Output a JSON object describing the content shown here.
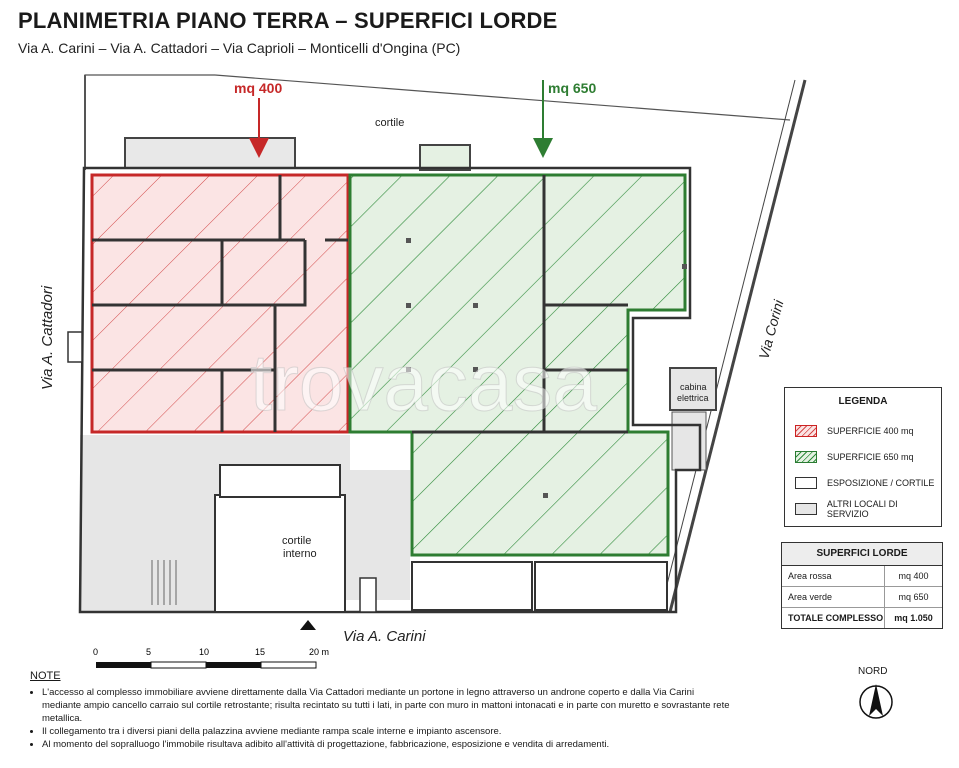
{
  "header": {
    "title": "PLANIMETRIA PIANO TERRA – SUPERFICI LORDE",
    "subtitle": "Via A. Carini – Via A. Cattadori – Via Caprioli – Monticelli d'Ongina (PC)"
  },
  "plan": {
    "callout_red": "mq 400",
    "callout_green": "mq 650",
    "label_cortile": "cortile",
    "label_cortile_interno_1": "cortile",
    "label_cortile_interno_2": "interno",
    "label_cabina_1": "cabina",
    "label_cabina_2": "elettrica",
    "street_cattadori": "Via A. Cattadori",
    "street_carini": "Via A. Carini",
    "street_corini": "Via Corini",
    "watermark": "trovacasa",
    "colors": {
      "red": "#d32f2f",
      "green": "#2e8b3a",
      "grey": "#e6e6e6"
    }
  },
  "scale": {
    "ticks": [
      "0",
      "5",
      "10",
      "15",
      "20 m"
    ]
  },
  "legend": {
    "title": "LEGENDA",
    "items": [
      {
        "label": "SUPERFICIE 400 mq",
        "swatch": "red-hatch"
      },
      {
        "label": "SUPERFICIE 650 mq",
        "swatch": "green-hatch"
      },
      {
        "label": "ESPOSIZIONE / CORTILE",
        "swatch": "white"
      },
      {
        "label": "ALTRI LOCALI DI SERVIZIO",
        "swatch": "grey"
      }
    ]
  },
  "summary": {
    "title": "SUPERFICI LORDE",
    "rows": [
      {
        "label": "Area rossa",
        "value": "mq 400"
      },
      {
        "label": "Area verde",
        "value": "mq 650"
      },
      {
        "label": "TOTALE COMPLESSO",
        "value": "mq 1.050"
      }
    ]
  },
  "notes": {
    "title": "NOTE",
    "items": [
      "L'accesso al complesso immobiliare avviene direttamente dalla Via Cattadori mediante un portone in legno attraverso un androne coperto e dalla Via Carini mediante ampio cancello carraio sul cortile retrostante; risulta recintato su tutti i lati, in parte con muro in mattoni intonacati e in parte con muretto e sovrastante rete metallica.",
      "Il collegamento tra i diversi piani della palazzina avviene mediante rampa scale interne e impianto ascensore.",
      "Al momento del sopralluogo l'immobile risultava adibito all'attività di progettazione, fabbricazione, esposizione e vendita di arredamenti."
    ]
  },
  "compass": {
    "label": "NORD"
  }
}
